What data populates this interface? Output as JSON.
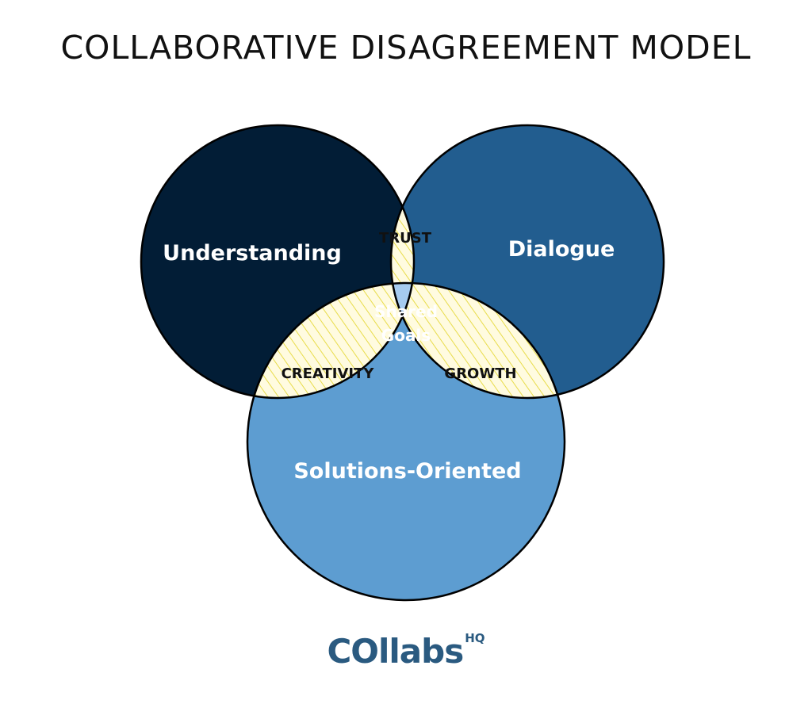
{
  "title": "COLLABORATIVE DISAGREEMENT MODEL",
  "circles": {
    "understanding": {
      "label": "Understanding",
      "color": "#021d36"
    },
    "dialogue": {
      "label": "Dialogue",
      "color": "#225d8f"
    },
    "solutions": {
      "label": "Solutions-Oriented",
      "color": "#5d9dd1"
    }
  },
  "overlaps": {
    "trust": "TRUST",
    "creativity": "CREATIVITY",
    "growth": "GROWTH",
    "center_line1": "Shared",
    "center_line2": "Goals"
  },
  "colors": {
    "hatch_background": "#fffbe0",
    "hatch_lines": "#e8dc4a",
    "center_fill": "#a6cbef",
    "outline": "#000000"
  },
  "logo": {
    "main": "COllabs",
    "superscript": "HQ"
  }
}
